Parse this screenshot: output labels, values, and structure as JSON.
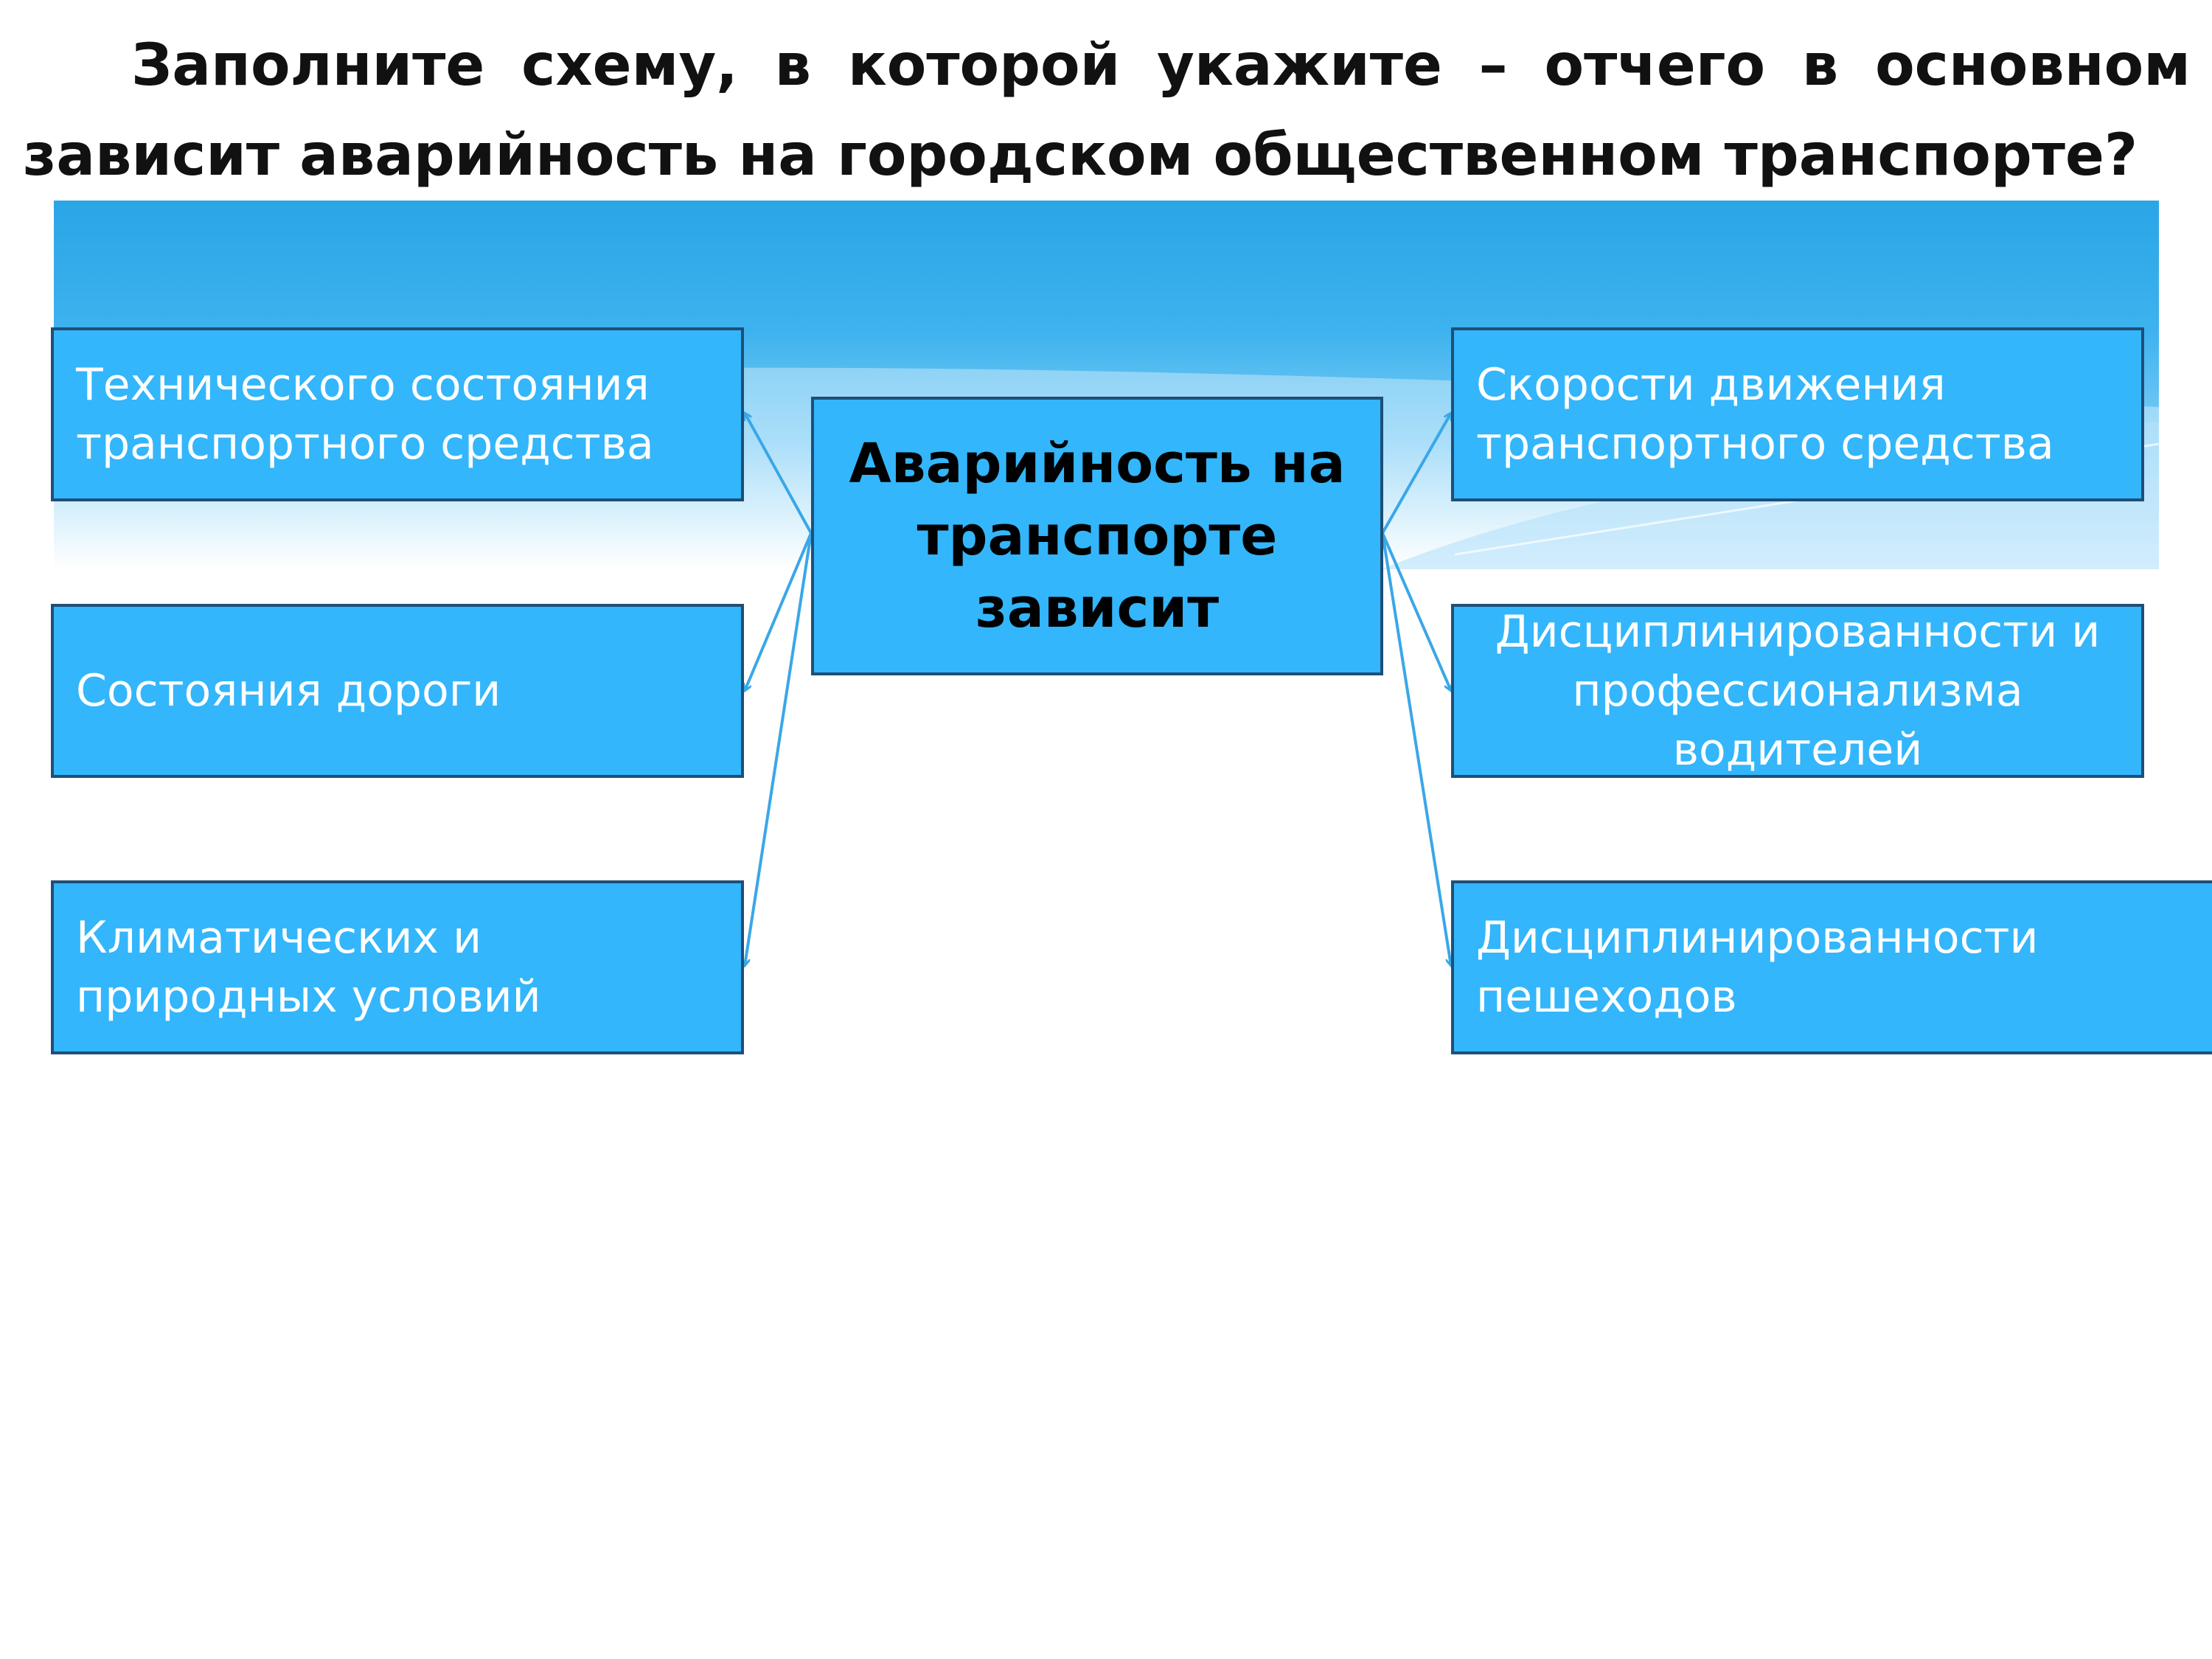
{
  "title": "Заполните схему, в которой укажите – отчего в основном зависит аварийность на городском общественном транспорте?",
  "center": "Аварийность на транспорте зависит",
  "left": [
    "Технического состояния транспортного средства",
    "Состояния дороги",
    "Климатических и природных условий"
  ],
  "right": [
    "Скорости движения транспортного средства",
    "Дисциплинированности и профессионализма водителей",
    "Дисциплинированности пешеходов"
  ],
  "colors": {
    "box": "#33b6fb",
    "border": "#1f4f78",
    "arrow": "#3aa7e8"
  }
}
